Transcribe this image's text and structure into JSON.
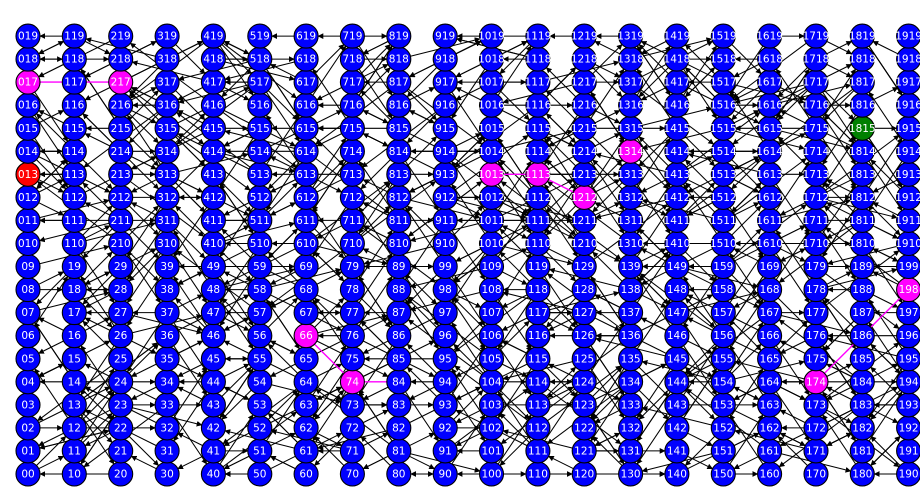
{
  "graph": {
    "columns": [
      0,
      1,
      2,
      3,
      4,
      5,
      6,
      7,
      8,
      9,
      10,
      11,
      12,
      13,
      14,
      15,
      16,
      17,
      18,
      19
    ],
    "rows": [
      0,
      1,
      2,
      3,
      4,
      5,
      6,
      7,
      8,
      9,
      10,
      11,
      12,
      13,
      14,
      15,
      16,
      17,
      18,
      19
    ],
    "label_format": "column number followed by row number; column 0 labels are zero-padded to two digits",
    "colors": {
      "default": "#0000ff",
      "path": "#ff00ff",
      "start": "#ff0000",
      "goal": "#008000",
      "edge": "#000000",
      "path_edge": "#ff00ff"
    },
    "start_node": "013",
    "goal_node": "1815",
    "path_nodes": [
      "017",
      "217",
      "66",
      "74",
      "1013",
      "1113",
      "1212",
      "1314",
      "174",
      "198"
    ],
    "path_edges": [
      [
        "017",
        "217"
      ],
      [
        "1013",
        "1113"
      ],
      [
        "1113",
        "1212"
      ],
      [
        "66",
        "74"
      ],
      [
        "74",
        "84"
      ],
      [
        "174",
        "198"
      ]
    ]
  }
}
